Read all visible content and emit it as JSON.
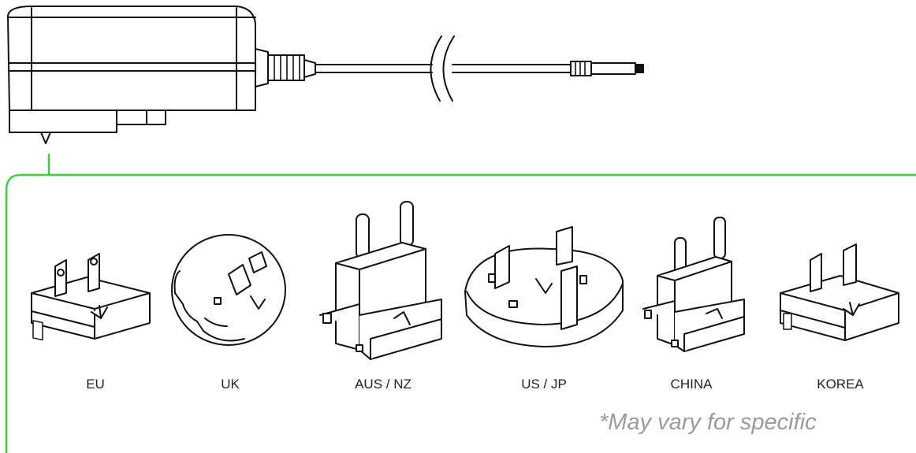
{
  "plugs": [
    {
      "label": "EU"
    },
    {
      "label": "UK"
    },
    {
      "label": "AUS / NZ"
    },
    {
      "label": "US / JP"
    },
    {
      "label": "CHINA"
    },
    {
      "label": "KOREA"
    }
  ],
  "note": "*May vary for specific",
  "colors": {
    "line": "#111111",
    "frame": "#3ccf3c",
    "note": "#9a9a9a",
    "label": "#222222"
  }
}
